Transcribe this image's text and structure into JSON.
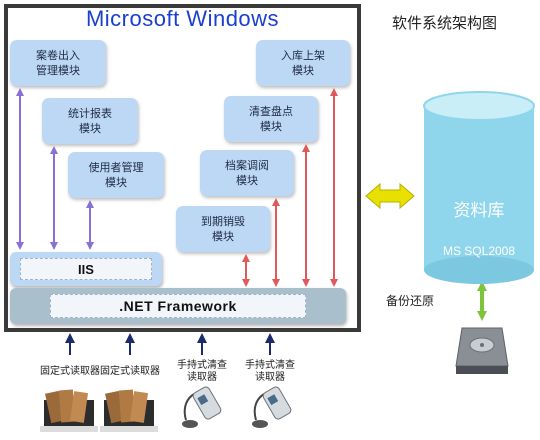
{
  "system_title": "Microsoft Windows",
  "diagram_title": "软件系统架构图",
  "modules_left": [
    {
      "name": "archive-entry",
      "label": "案卷出入\n管理模块"
    },
    {
      "name": "statistics-report",
      "label": "统计报表\n模块"
    },
    {
      "name": "user-management",
      "label": "使用者管理\n模块"
    }
  ],
  "modules_right": [
    {
      "name": "storage-shelving",
      "label": "入库上架\n模块"
    },
    {
      "name": "inventory-check",
      "label": "清查盘点\n模块"
    },
    {
      "name": "archive-review",
      "label": "档案调阅\n模块"
    },
    {
      "name": "expiry-destruction",
      "label": "到期销毁\n模块"
    }
  ],
  "iis_label": "IIS",
  "framework_label": ".NET Framework",
  "database": {
    "title": "资料库",
    "subtitle": "MS SQL2008"
  },
  "backup_label": "备份还原",
  "clients": [
    {
      "name": "fixed-reader-1",
      "label": "固定式读取器",
      "device": "fixed-reader-icon"
    },
    {
      "name": "fixed-reader-2",
      "label": "固定式读取器",
      "device": "fixed-reader-icon"
    },
    {
      "name": "handheld-reader-1",
      "label": "手持式清查\n读取器",
      "device": "handheld-scanner-icon"
    },
    {
      "name": "handheld-reader-2",
      "label": "手持式清查\n读取器",
      "device": "handheld-scanner-icon"
    }
  ],
  "colors": {
    "title_blue": "#1a3fd0",
    "module_fill": "#bcd8f4",
    "left_arrow": "#8a6fd6",
    "right_arrow": "#e05a5a",
    "db_arrow": "#e8e000",
    "backup_arrow": "#7cc43a",
    "client_arrow": "#1a2a6c",
    "database_fill": "#8fd6ec"
  }
}
